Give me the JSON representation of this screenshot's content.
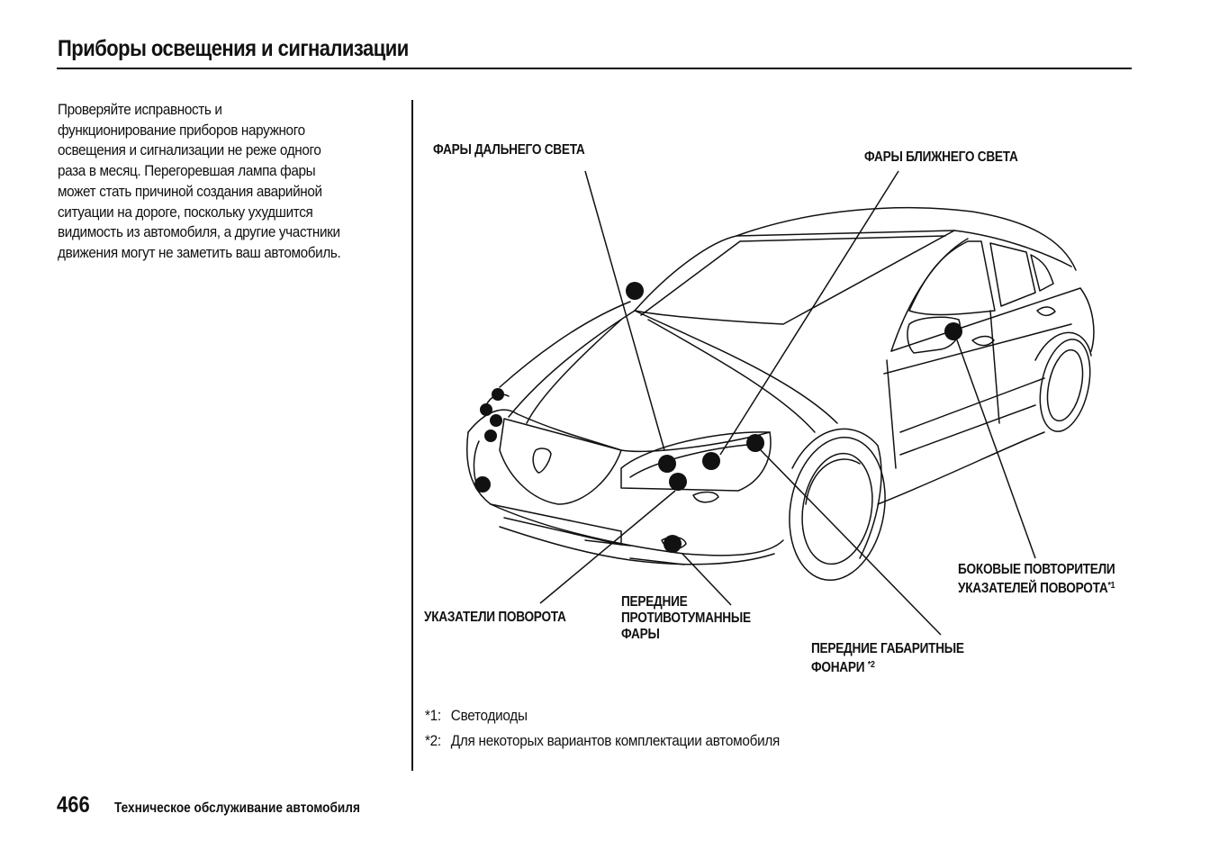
{
  "header": {
    "title": "Приборы освещения и сигнализации"
  },
  "body": {
    "lines": [
      "Проверяйте исправность и",
      "функционирование приборов наружного",
      "освещения и сигнализации не реже одного",
      "раза в месяц.  Перегоревшая лампа фары",
      "может стать причиной создания аварийной",
      "ситуации на дороге, поскольку ухудшится",
      "видимость из автомобиля, а другие участники",
      "движения могут не заметить ваш автомобиль."
    ]
  },
  "callouts": {
    "high_beam": "ФАРЫ ДАЛЬНЕГО СВЕТА",
    "low_beam": "ФАРЫ БЛИЖНЕГО СВЕТА",
    "side_repeaters": {
      "line1": "БОКОВЫЕ ПОВТОРИТЕЛИ",
      "line2": "УКАЗАТЕЛЕЙ ПОВОРОТА",
      "mark": "*1"
    },
    "turn_signals": "УКАЗАТЕЛИ ПОВОРОТА",
    "fog_lights": {
      "line1": "ПЕРЕДНИЕ",
      "line2": "ПРОТИВОТУМАННЫЕ",
      "line3": "ФАРЫ"
    },
    "parking_lights": {
      "line1": "ПЕРЕДНИЕ ГАБАРИТНЫЕ",
      "line2": "ФОНАРИ",
      "mark": "*2"
    }
  },
  "footnotes": [
    {
      "mark": "*1:",
      "text": "Светодиоды"
    },
    {
      "mark": "*2:",
      "text": "Для некоторых вариантов комплектации автомобиля"
    }
  ],
  "footer": {
    "page_number": "466",
    "section": "Техническое обслуживание автомобиля"
  },
  "colors": {
    "ink": "#111111",
    "paper": "#ffffff"
  }
}
